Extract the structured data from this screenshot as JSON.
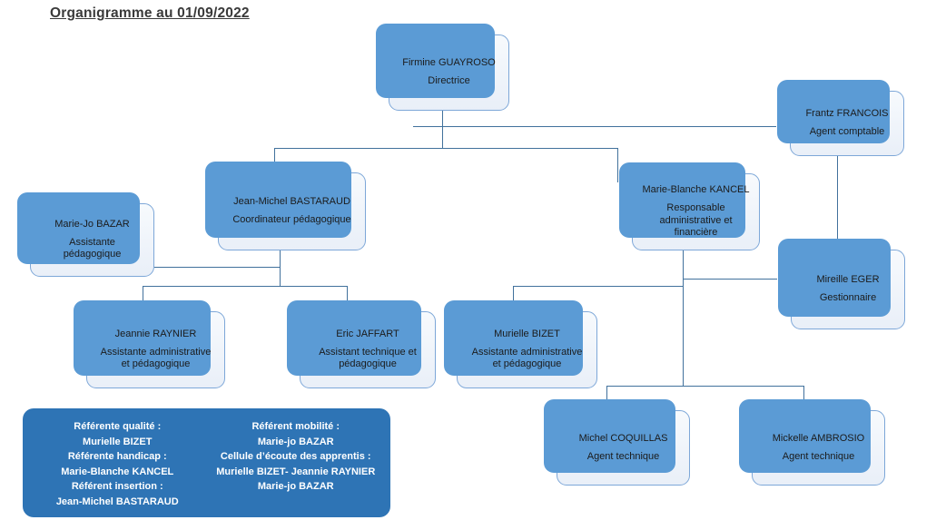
{
  "title": "Organigramme au 01/09/2022",
  "colors": {
    "shadow_blue": "#5b9bd5",
    "legend_bg": "#2e74b5",
    "line_color": "#41719c",
    "node_border": "#7da7d8",
    "title_color": "#3a3a3a"
  },
  "org": {
    "guayroso": {
      "name": "Firmine GUAYROSO",
      "role": "Directrice"
    },
    "francois": {
      "name": "Frantz FRANCOIS",
      "role": "Agent comptable"
    },
    "bastaraud": {
      "name": "Jean-Michel BASTARAUD",
      "role": "Coordinateur pédagogique"
    },
    "kancel": {
      "name": "Marie-Blanche KANCEL",
      "role": "Responsable administrative et financière"
    },
    "bazar": {
      "name": "Marie-Jo BAZAR",
      "role": "Assistante pédagogique"
    },
    "eger": {
      "name": "Mireille EGER",
      "role": "Gestionnaire"
    },
    "raynier": {
      "name": "Jeannie RAYNIER",
      "role": "Assistante administrative et pédagogique"
    },
    "jaffart": {
      "name": "Eric JAFFART",
      "role": "Assistant technique et pédagogique"
    },
    "bizet": {
      "name": "Murielle BIZET",
      "role": "Assistante administrative et pédagogique"
    },
    "coquillas": {
      "name": "Michel COQUILLAS",
      "role": "Agent technique"
    },
    "ambrosio": {
      "name": "Mickelle AMBROSIO",
      "role": "Agent technique"
    }
  },
  "legend": {
    "left": [
      "Référente qualité :",
      "Murielle BIZET",
      "Référente handicap :",
      "Marie-Blanche KANCEL",
      "Référent insertion :",
      "Jean-Michel BASTARAUD"
    ],
    "right": [
      "Référent mobilité :",
      "Marie-jo BAZAR",
      "Cellule d’écoute des apprentis :",
      "Murielle BIZET- Jeannie RAYNIER",
      "Marie-jo BAZAR"
    ]
  }
}
